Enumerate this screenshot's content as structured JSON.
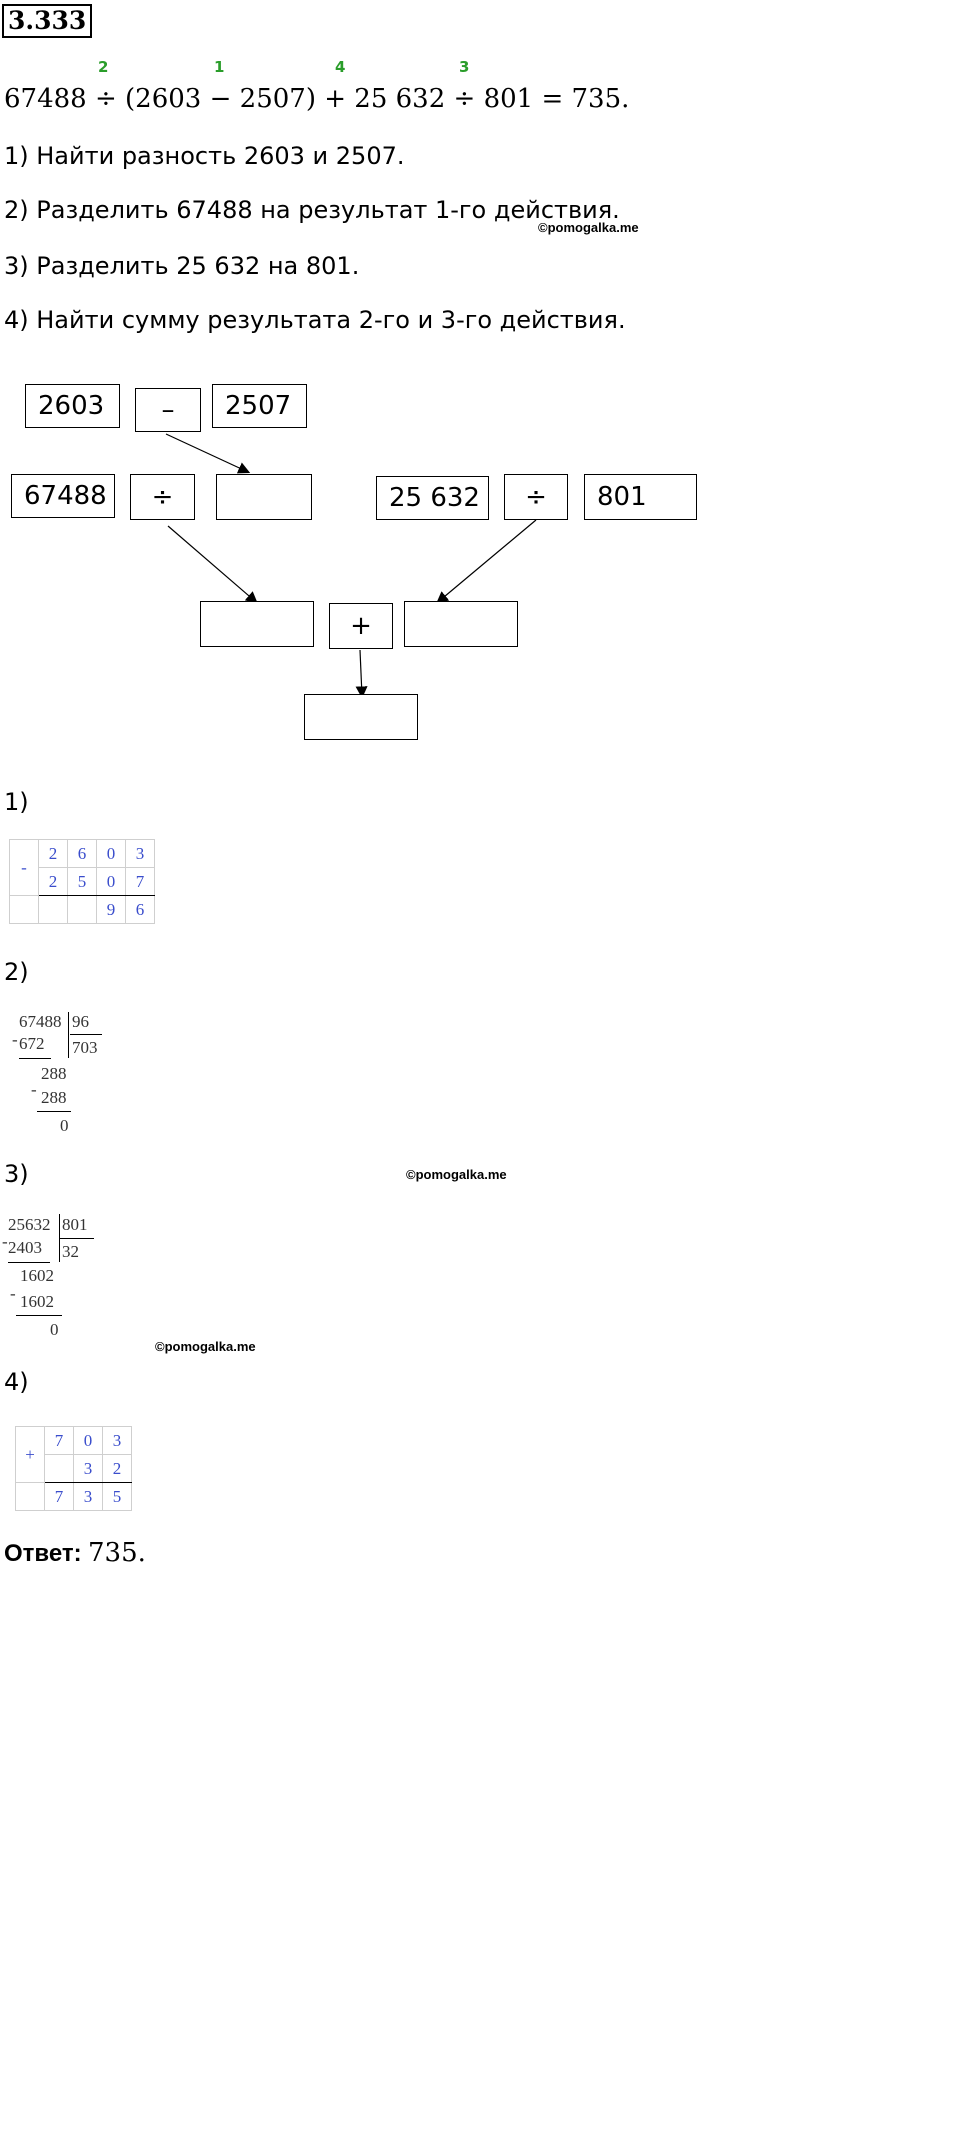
{
  "problem_number": "3.333",
  "order_marks": [
    "2",
    "1",
    "4",
    "3"
  ],
  "expression": "67488 ÷ (2603 − 2507) + 25 632 ÷ 801 = 735.",
  "steps": [
    "1) Найти разность 2603 и 2507.",
    "2) Разделить 67488 на результат 1-го действия.",
    "3) Разделить 25 632 на 801.",
    "4) Найти сумму результата 2-го и 3-го действия."
  ],
  "watermark": "©pomogalka.me",
  "diagram": {
    "a": "2603",
    "minus": "–",
    "b": "2507",
    "c": "67488",
    "div1": "÷",
    "d": "25 632",
    "div2": "÷",
    "e": "801",
    "plus": "+"
  },
  "labels": {
    "one": "1)",
    "two": "2)",
    "three": "3)",
    "four": "4)"
  },
  "calc1": {
    "sign": "-",
    "rows": [
      [
        "2",
        "6",
        "0",
        "3"
      ],
      [
        "2",
        "5",
        "0",
        "7"
      ],
      [
        "",
        "",
        "9",
        "6"
      ]
    ]
  },
  "calc2": {
    "dividend": "67488",
    "divisor": "96",
    "quotient": "703",
    "sub1": "672",
    "rem1": "288",
    "sub2": "288",
    "rem2": "0",
    "sign": "-"
  },
  "calc3": {
    "dividend": "25632",
    "divisor": "801",
    "quotient": "32",
    "sub1": "2403",
    "rem1": "1602",
    "sub2": "1602",
    "rem2": "0",
    "sign": "-"
  },
  "calc4": {
    "sign": "+",
    "rows": [
      [
        "7",
        "0",
        "3"
      ],
      [
        "",
        "3",
        "2"
      ],
      [
        "7",
        "3",
        "5"
      ]
    ]
  },
  "answer": {
    "label": "Ответ:",
    "value": "735."
  }
}
